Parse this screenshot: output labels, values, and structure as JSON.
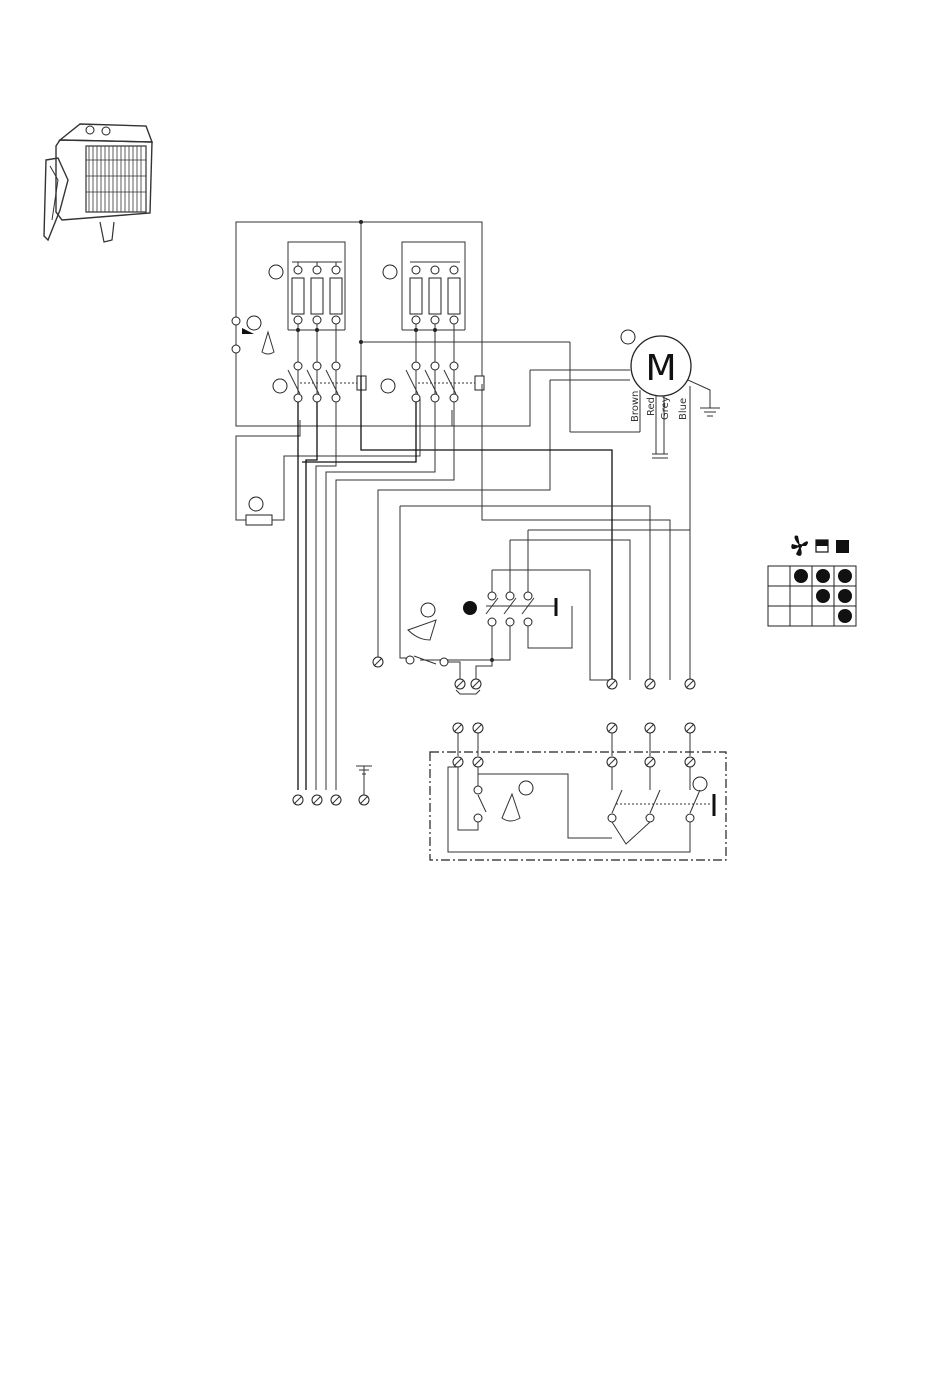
{
  "motor": {
    "symbol": "M",
    "wires": [
      {
        "label": "Brown"
      },
      {
        "label": "Red"
      },
      {
        "label": "Grey"
      },
      {
        "label": "Blue"
      }
    ]
  },
  "legend": {
    "header_icons": [
      "fan-icon",
      "half-heat-icon",
      "full-heat-icon"
    ],
    "rows": [
      [
        false,
        true,
        true,
        true
      ],
      [
        false,
        false,
        true,
        true
      ],
      [
        false,
        false,
        false,
        true
      ]
    ]
  }
}
